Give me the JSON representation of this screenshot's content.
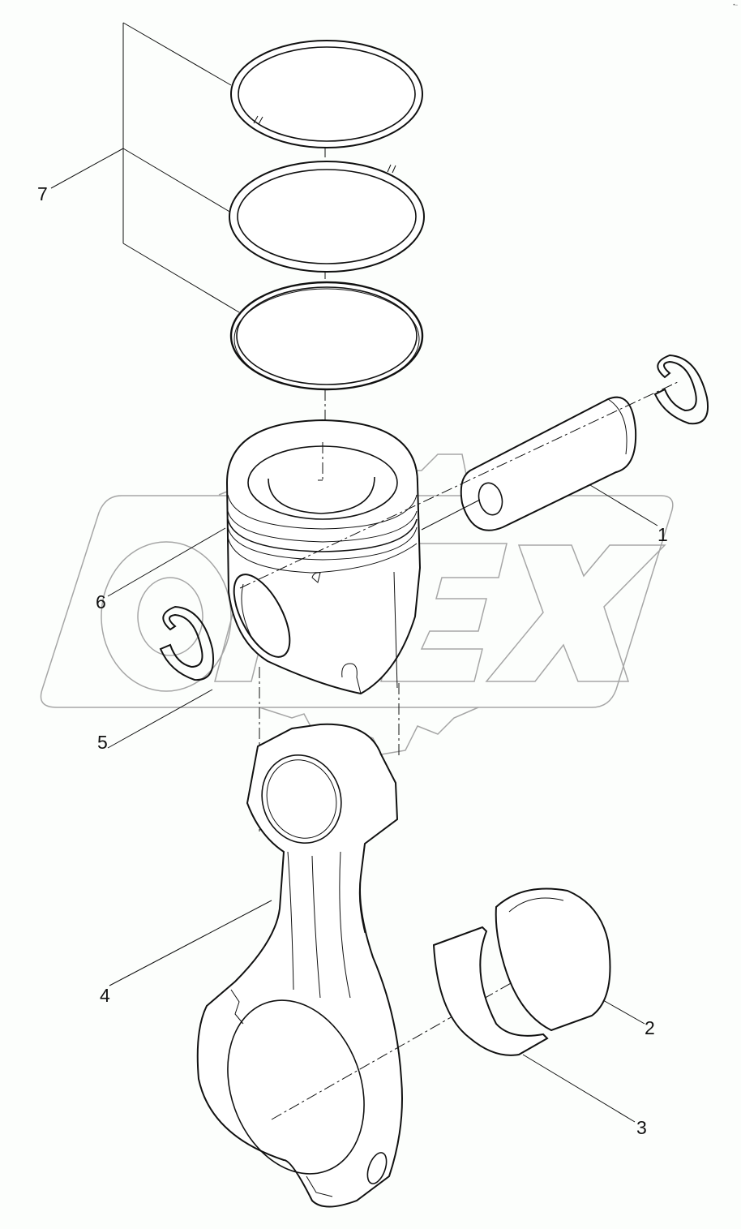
{
  "diagram": {
    "type": "exploded-parts-diagram",
    "subject": "Piston and connecting rod assembly",
    "watermark": "OPEX",
    "corner_mark": "•−",
    "colors": {
      "background": "#fcfefc",
      "linework": "#111111",
      "watermark": "#a6a6a6"
    }
  },
  "callouts": [
    {
      "number": "1",
      "part": "piston-pin"
    },
    {
      "number": "2",
      "part": "connecting-rod-bearing-upper"
    },
    {
      "number": "3",
      "part": "connecting-rod-bearing-lower"
    },
    {
      "number": "4",
      "part": "connecting-rod"
    },
    {
      "number": "5",
      "part": "piston-pin-retaining-ring"
    },
    {
      "number": "6",
      "part": "piston"
    },
    {
      "number": "7",
      "part": "piston-ring-set"
    }
  ]
}
